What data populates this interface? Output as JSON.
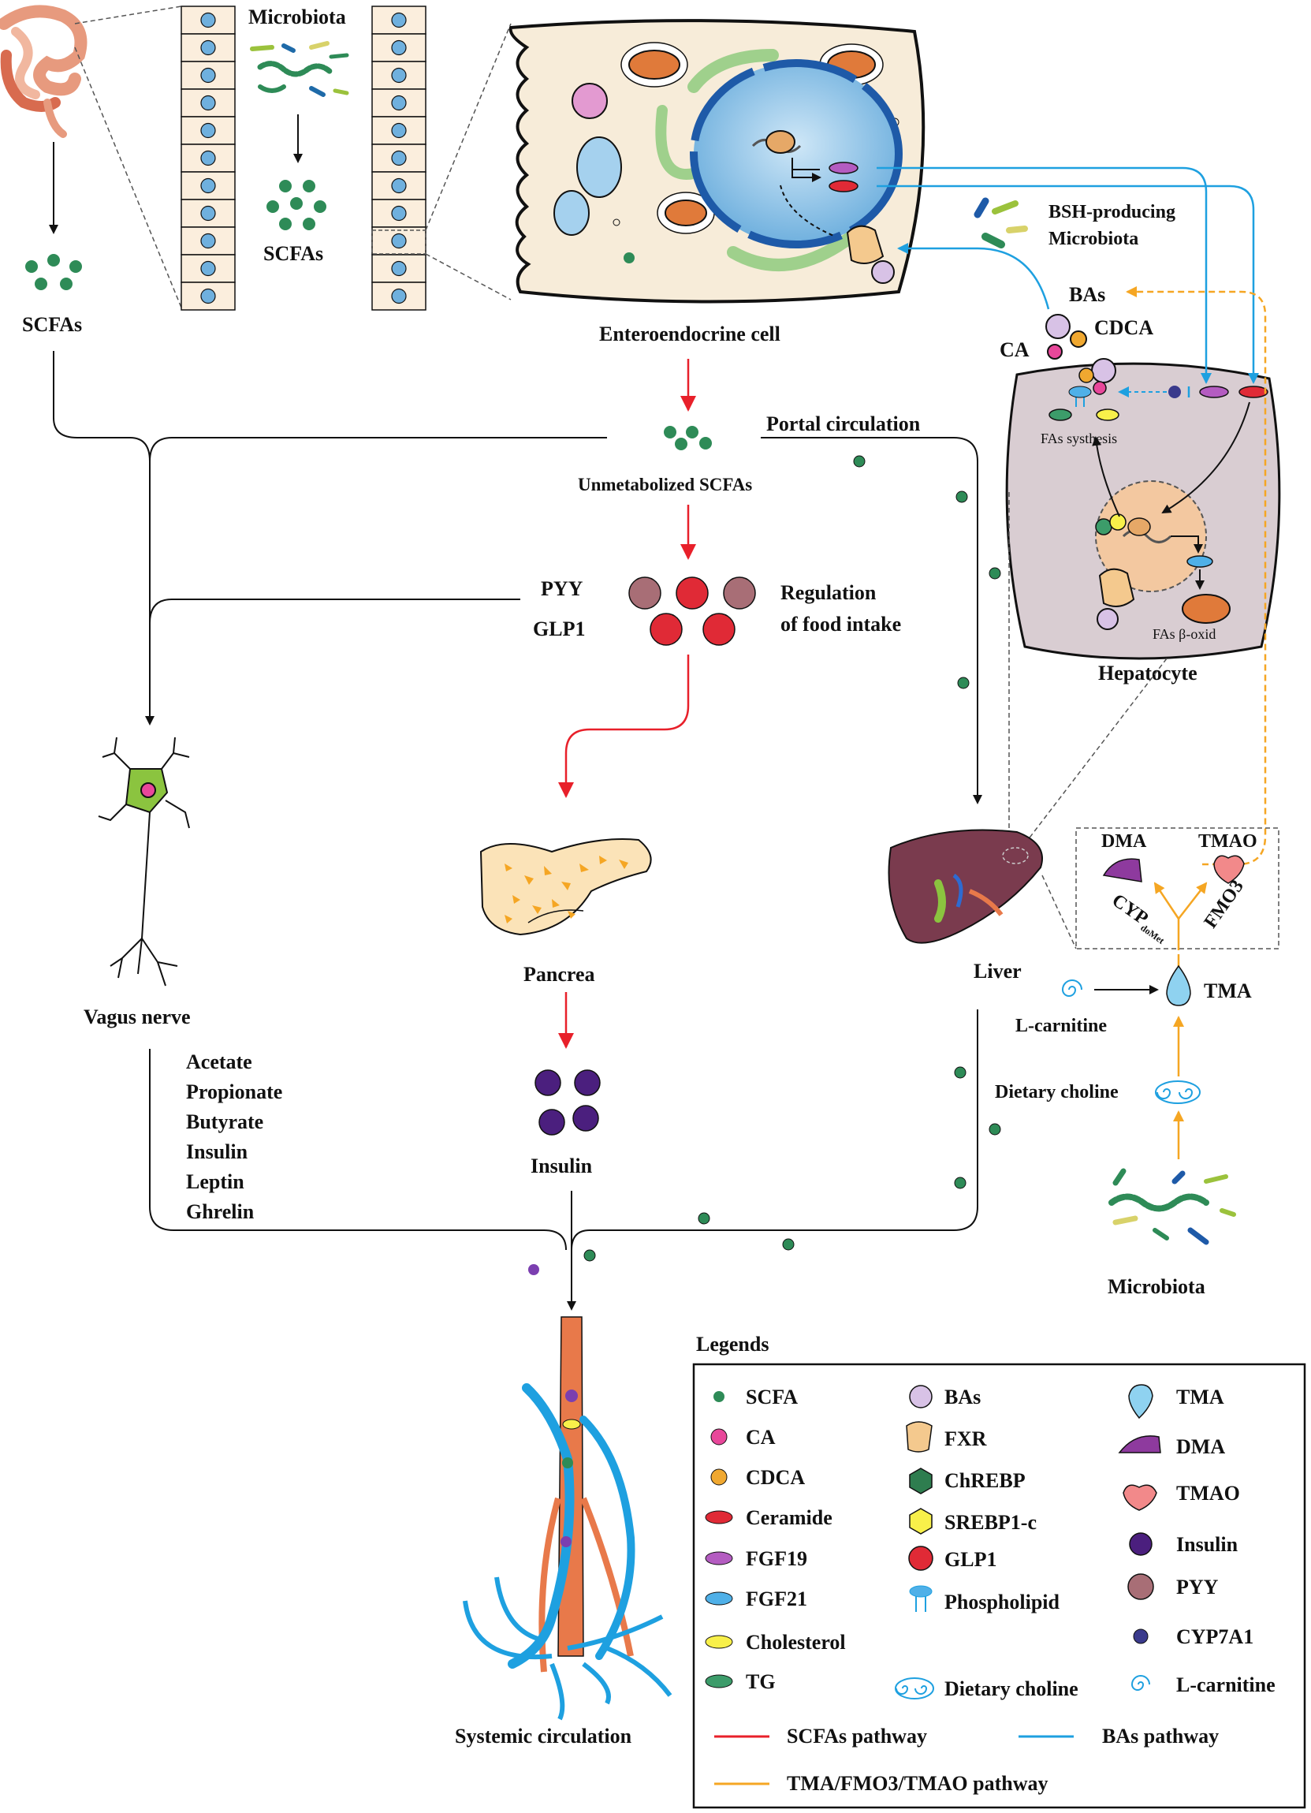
{
  "colors": {
    "scfa_pathway": "#e8202a",
    "bas_pathway": "#1ea0e0",
    "tma_pathway": "#f5a623",
    "scfa_dot": "#2e8b57",
    "ca": "#e8479a",
    "cdca": "#f0a830",
    "bas": "#d8c2e6",
    "pyy": "#a86e76",
    "glp1": "#e02a36",
    "insulin": "#4b1f7e"
  },
  "labels": {
    "microbiota_top": "Microbiota",
    "scfas_mid": "SCFAs",
    "scfas_left": "SCFAs",
    "enteroendocrine": "Enteroendocrine cell",
    "bsh_line1": "BSH-producing",
    "bsh_line2": "Microbiota",
    "bas": "BAs",
    "ca": "CA",
    "cdca": "CDCA",
    "fas_synthesis": "FAs systhesis",
    "fas_oxid": "FAs β-oxid",
    "hepatocyte": "Hepatocyte",
    "portal": "Portal circulation",
    "unmetabolized": "Unmetabolized SCFAs",
    "pyy": "PYY",
    "glp1": "GLP1",
    "regulation_line1": "Regulation",
    "regulation_line2": "of food intake",
    "vagus": "Vagus nerve",
    "pancrea": "Pancrea",
    "liver": "Liver",
    "insulin": "Insulin",
    "systemic": "Systemic circulation",
    "dma": "DMA",
    "tmao": "TMAO",
    "cyp": "CYP",
    "cyp_sub": "doMet",
    "fmo3": "FMO3",
    "tma": "TMA",
    "l_carnitine": "L-carnitine",
    "dietary_choline": "Dietary choline",
    "microbiota_bottom": "Microbiota",
    "mediators": [
      "Acetate",
      "Propionate",
      "Butyrate",
      "Insulin",
      "Leptin",
      "Ghrelin"
    ]
  },
  "legend": {
    "title": "Legends",
    "col1": [
      "SCFA",
      "CA",
      "CDCA",
      "Ceramide",
      "FGF19",
      "FGF21",
      "Cholesterol",
      "TG"
    ],
    "col2": [
      "BAs",
      "FXR",
      "ChREBP",
      "SREBP1-c",
      "GLP1",
      "Phospholipid",
      "Dietary choline"
    ],
    "col3": [
      "TMA",
      "DMA",
      "TMAO",
      "Insulin",
      "PYY",
      "CYP7A1",
      "L-carnitine"
    ],
    "pathways": [
      "SCFAs pathway",
      "BAs pathway",
      "TMA/FMO3/TMAO pathway"
    ]
  }
}
